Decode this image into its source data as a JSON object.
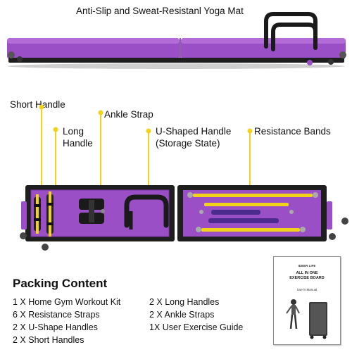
{
  "title": "Anti-Slip and Sweat-Resistanl Yoga Mat",
  "labels": {
    "short_handle": "Short Handle",
    "long_handle": "Long\nHandle",
    "ankle_strap": "Ankle Strap",
    "u_shaped_handle": "U-Shaped Handle\n(Storage State)",
    "resistance_bands": "Resistance Bands"
  },
  "packing": {
    "title": "Packing Content",
    "left_items": [
      "1 X Home Gym Workout Kit",
      "6 X Resistance Straps",
      "2 X U-Shape Handles",
      "2 X Short Handles"
    ],
    "right_items": [
      "2 X Long Handles",
      "2 X Ankle Straps",
      "1X User Exercise Guide"
    ]
  },
  "manual": {
    "brand": "IDEER LIFE",
    "title": "ALL IN ONE\nEXERCISE BOARD",
    "subtitle": "User's Manual"
  },
  "colors": {
    "purple": "#9b4fc6",
    "purple_light": "#b36bd8",
    "frame": "#1e1e1e",
    "yellow": "#f2d21a",
    "band_purple": "#4b2c8e"
  }
}
